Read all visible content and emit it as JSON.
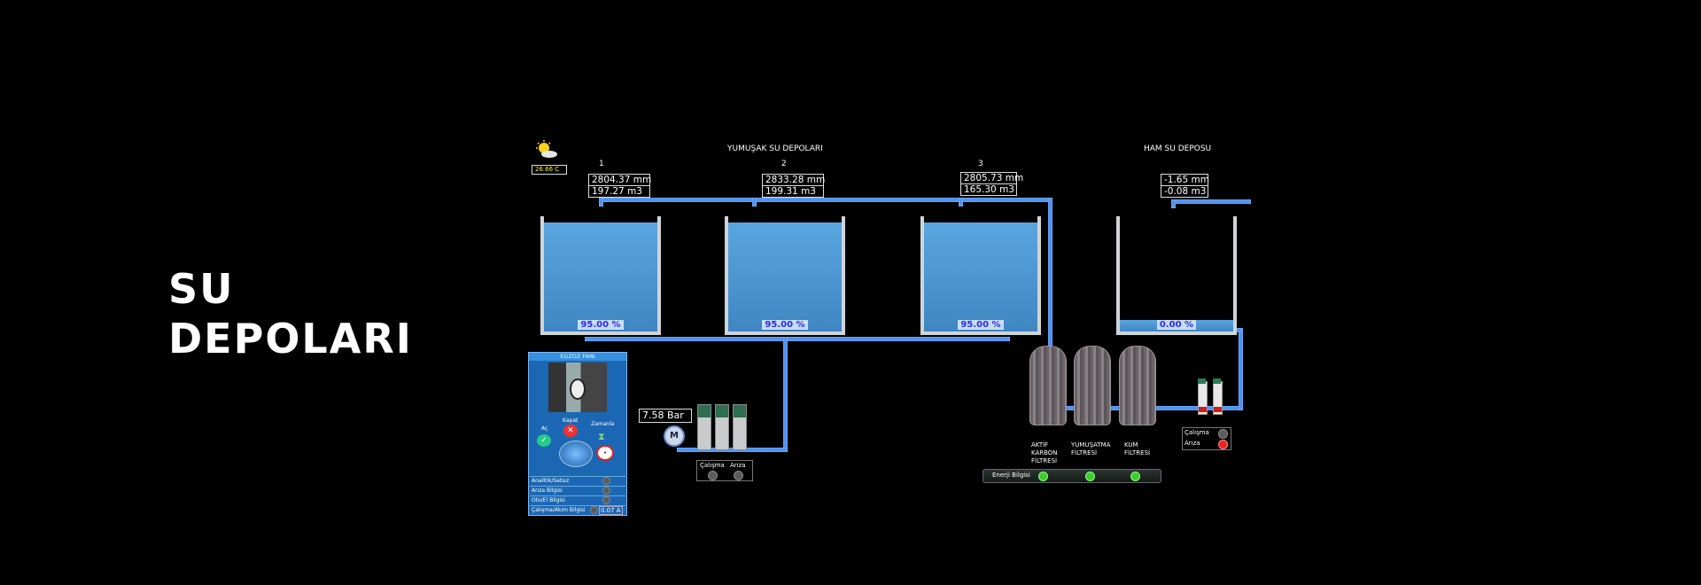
{
  "hero": {
    "line1": "SU",
    "line2": "DEPOLARI"
  },
  "weather": {
    "temperature": "26.66 C"
  },
  "sections": {
    "soft_tanks_title": "YUMUŞAK  SU DEPOLARI",
    "raw_tank_title": "HAM SU DEPOSU"
  },
  "tanks": [
    {
      "number": "1",
      "level_mm": "2804.37 mm",
      "volume": "197.27 m3",
      "percent": "95.00 %",
      "fill": 0.95
    },
    {
      "number": "2",
      "level_mm": "2833.28 mm",
      "volume": "199.31 m3",
      "percent": "95.00 %",
      "fill": 0.95
    },
    {
      "number": "3",
      "level_mm": "2805.73 mm",
      "volume": "165.30 m3",
      "percent": "95.00 %",
      "fill": 0.95
    },
    {
      "number": "",
      "level_mm": "-1.65 mm",
      "volume": "-0.08 m3",
      "percent": "0.00 %",
      "fill": 0.0
    }
  ],
  "pressure": {
    "value": "7.58 Bar",
    "motor_label": "M"
  },
  "pump_status": {
    "running": "Çalışma",
    "fault": "Arıza"
  },
  "filters": [
    {
      "line1": "AKTİF",
      "line2": "KARBON",
      "line3": "FİLTRESİ"
    },
    {
      "line1": "YUMUŞATMA",
      "line2": "FİLTRESİ",
      "line3": ""
    },
    {
      "line1": "KUM",
      "line2": "FİLTRESİ",
      "line3": ""
    }
  ],
  "energy": {
    "label": "Enerji Bilgisi"
  },
  "raw_pump_status": {
    "running": "Çalışma",
    "fault": "Arıza"
  },
  "panel": {
    "title": "EGZOZ FANI",
    "kapat": "Kapat",
    "ac": "Aç",
    "zamanla": "Zamanla",
    "rows": [
      "Analitik/Setsız",
      "Arıza Bilgisi",
      "Oto/El Bilgisi",
      "Çalışma/Akım Bilgisi"
    ],
    "current": "0.07 A"
  },
  "colors": {
    "pipe": "#4d8ff0",
    "water": "#4f96d2",
    "panel": "#1b67b4"
  }
}
